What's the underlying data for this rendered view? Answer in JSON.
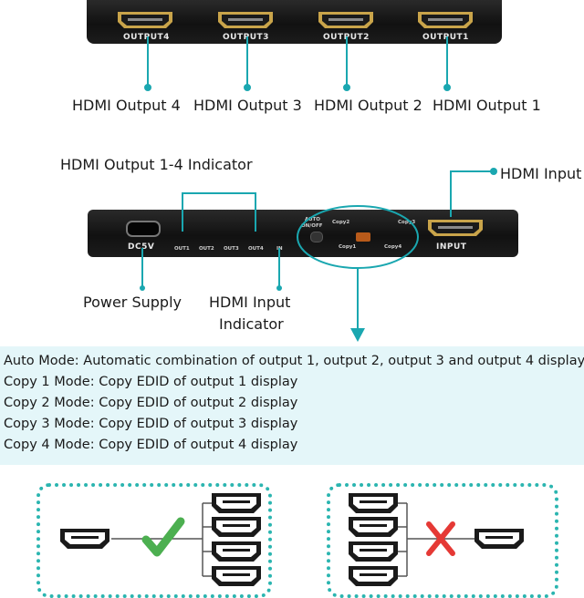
{
  "top_device": {
    "port_labels": [
      "OUTPUT4",
      "OUTPUT3",
      "OUTPUT2",
      "OUTPUT1"
    ]
  },
  "top_callouts": [
    "HDMI Output 4",
    "HDMI Output 3",
    "HDMI Output 2",
    "HDMI Output 1"
  ],
  "middle_device": {
    "dc_label": "DC5V",
    "led_labels": [
      "OUT1",
      "OUT2",
      "OUT3",
      "OUT4",
      "IN"
    ],
    "auto_label_1": "AUTO",
    "auto_label_2": "ON/OFF",
    "copy_labels": [
      "Copy2",
      "Copy3",
      "Copy1",
      "Copy4"
    ],
    "input_label": "INPUT"
  },
  "middle_callouts": {
    "indicator_title": "HDMI Output 1-4 Indicator",
    "hdmi_input": "HDMI Input",
    "power_supply": "Power Supply",
    "input_indicator_line1": "HDMI Input",
    "input_indicator_line2": "Indicator"
  },
  "modes": [
    "Auto Mode: Automatic combination of output 1, output 2, output 3 and output 4 display",
    "Copy 1 Mode: Copy EDID of output 1 display",
    "Copy 2 Mode: Copy EDID of output 2 display",
    "Copy 3 Mode: Copy EDID of output 3 display",
    "Copy 4 Mode: Copy EDID of output 4 display"
  ],
  "colors": {
    "accent": "#1aa7b0",
    "panel_bg": "#e4f6f9",
    "dotted_border": "#2bb5b0",
    "check": "#4caf50",
    "cross": "#e53935",
    "port_gold": "#c9a44a"
  },
  "bottom_diagrams": {
    "left": {
      "icon": "check-mark-icon",
      "meaning": "valid"
    },
    "right": {
      "icon": "cross-mark-icon",
      "meaning": "invalid"
    }
  }
}
